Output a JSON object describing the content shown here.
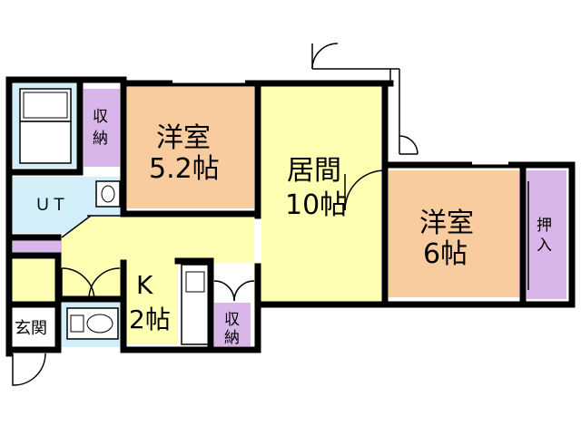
{
  "colors": {
    "wall": "#000000",
    "western_room": "#f8cc9e",
    "living": "#ffffb3",
    "storage": "#d8b6ea",
    "bath": "#d2eef8",
    "floor_white": "#ffffff"
  },
  "rooms": {
    "western1": {
      "name": "洋室",
      "size": "5.2帖"
    },
    "living": {
      "name": "居間",
      "size": "10帖"
    },
    "western2": {
      "name": "洋室",
      "size": "6帖"
    },
    "kitchen": {
      "name": "K",
      "size": "2帖"
    },
    "ut": {
      "name": "ＵＴ"
    },
    "entrance": {
      "name": "玄関"
    },
    "storage_top": {
      "line1": "収",
      "line2": "納"
    },
    "storage_bottom": {
      "line1": "収",
      "line2": "納"
    },
    "closet": {
      "line1": "押",
      "line2": "入"
    }
  }
}
